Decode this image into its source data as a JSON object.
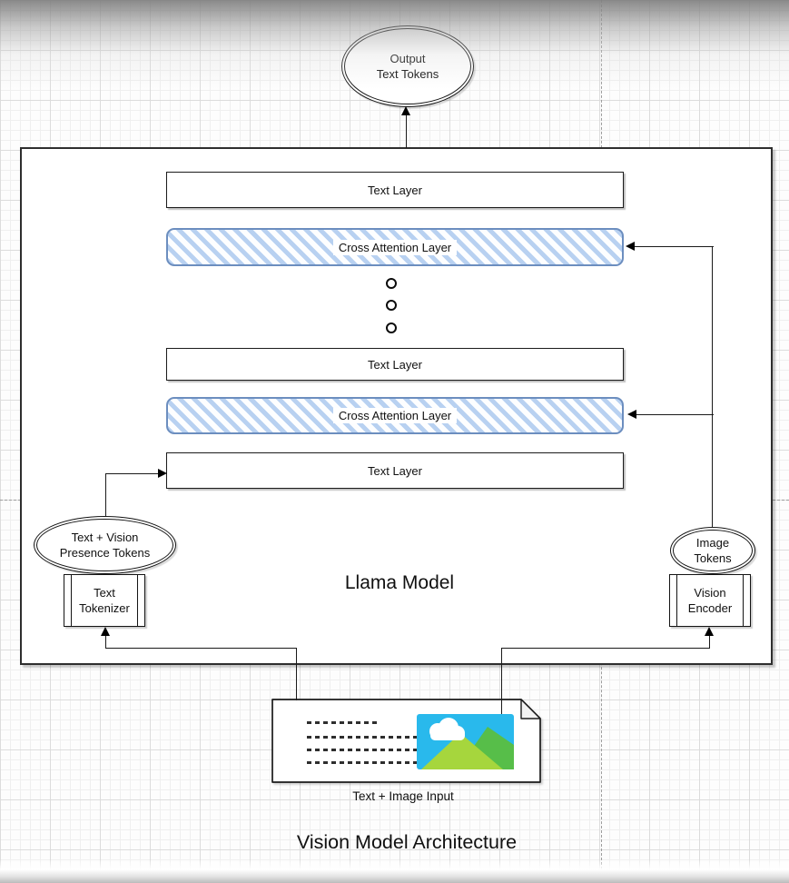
{
  "diagram": {
    "title": "Vision Model Architecture",
    "model_label": "Llama Model",
    "output_tokens": {
      "line1": "Output",
      "line2": "Text Tokens"
    },
    "layers": {
      "text_layer_1": "Text Layer",
      "cross_attention_1": "Cross Attention Layer",
      "text_layer_2": "Text Layer",
      "cross_attention_2": "Cross Attention Layer",
      "text_layer_3": "Text Layer"
    },
    "presence_tokens": {
      "line1": "Text + Vision",
      "line2": "Presence Tokens"
    },
    "text_tokenizer": {
      "line1": "Text",
      "line2": "Tokenizer"
    },
    "image_tokens": {
      "line1": "Image",
      "line2": "Tokens"
    },
    "vision_encoder": {
      "line1": "Vision",
      "line2": "Encoder"
    },
    "input_label": "Text + Image Input",
    "colors": {
      "cross_attention_border": "#6c8ebf",
      "cross_attention_stripe": "#b8d1f1",
      "icon_sky": "#29b9ec",
      "icon_mountain_light": "#a6d63d",
      "icon_mountain_dark": "#57be49"
    }
  }
}
